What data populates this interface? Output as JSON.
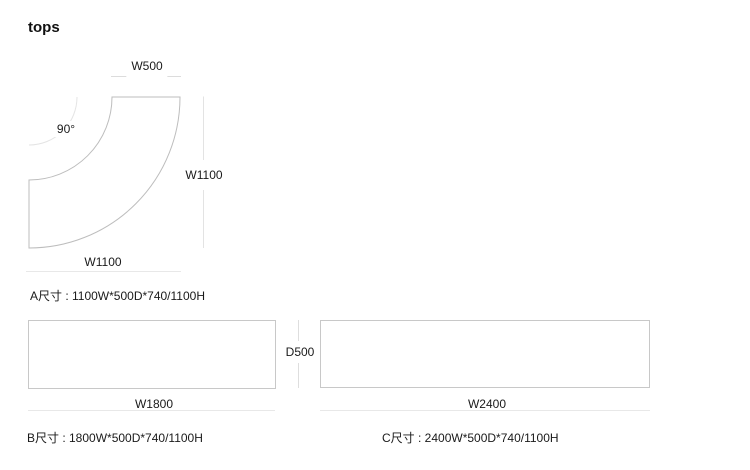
{
  "title": "tops",
  "colors": {
    "background": "#ffffff",
    "text": "#1a1a1a",
    "shape_line": "#bdbdbd",
    "rect_border": "#c8c8c8",
    "dim_line": "#e2e2e2",
    "angle_arc": "#e4e4e4"
  },
  "depth_label": "D500",
  "figure_a": {
    "top_width_label": "W500",
    "angle_label": "90°",
    "right_height_label": "W1100",
    "bottom_width_label": "W1100",
    "caption": "A尺寸 : 1100W*500D*740/1100H"
  },
  "figure_b": {
    "width_label": "W1800",
    "caption": "B尺寸 : 1800W*500D*740/1100H"
  },
  "figure_c": {
    "width_label": "W2400",
    "caption": "C尺寸 : 2400W*500D*740/1100H"
  }
}
